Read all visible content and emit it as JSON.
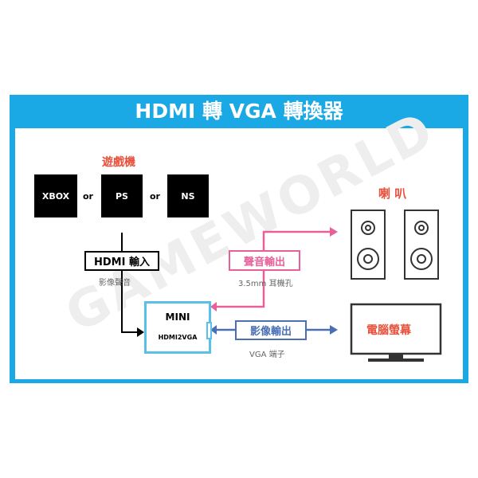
{
  "title": "HDMI 轉 VGA 轉換器",
  "watermark": "GAMEWORLD",
  "consoles": {
    "label": "遊戲機",
    "items": [
      "XBOX",
      "PS",
      "NS"
    ],
    "separator": "or"
  },
  "hdmi_input": {
    "label": "HDMI 輸入",
    "sub": "影像聲音"
  },
  "device": {
    "line1": "MINI",
    "line2": "HDMI2VGA"
  },
  "audio_out": {
    "label": "聲音輸出",
    "sub": "3.5mm  耳機孔"
  },
  "video_out": {
    "label": "影像輸出",
    "sub": "VGA 端子"
  },
  "speakers": {
    "label": "喇 叭"
  },
  "monitor": {
    "label": "電腦螢幕"
  },
  "colors": {
    "frame": "#1aa9e5",
    "accent_red": "#e8503a",
    "audio": "#e8609a",
    "video": "#4a6fb5",
    "device": "#5bc0e8"
  }
}
